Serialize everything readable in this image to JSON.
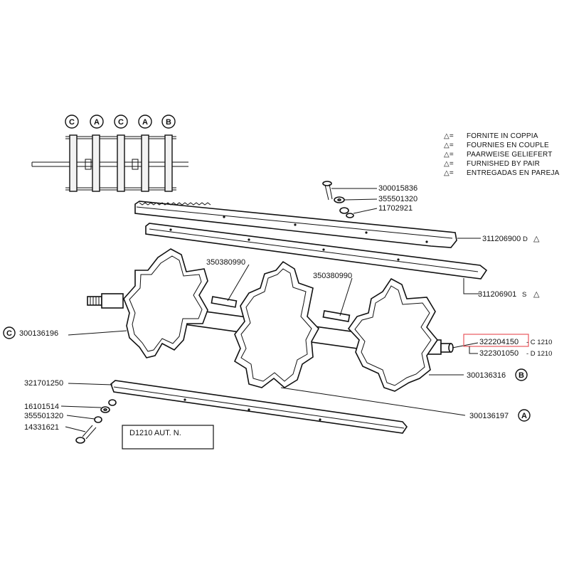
{
  "legend": [
    "FORNITE IN COPPIA",
    "FOURNIES EN COUPLE",
    "PAARWEISE GELIEFERT",
    "FURNISHED BY PAIR",
    "ENTREGADAS EN PAREJA"
  ],
  "legend_symbol": "△=",
  "inset_letters": [
    "C",
    "A",
    "C",
    "A",
    "B"
  ],
  "parts": {
    "bolt_top": "300015836",
    "washer_top": "355501320",
    "nut_top": "11702921",
    "bar_d": "311206900",
    "bar_d_suffix": "D",
    "bar_s": "311206901",
    "bar_s_suffix": "S",
    "pin_left": "350380990",
    "pin_right": "350380990",
    "rotor_c": "300136196",
    "shaft_c": "322204150",
    "shaft_c_suffix": "- C  1210",
    "shaft_d": "322301050",
    "shaft_d_suffix": "- D  1210",
    "rotor_b": "300136316",
    "bar_bottom": "321701250",
    "nut_bottom": "16101514",
    "washer_bottom": "355501320",
    "bolt_bottom": "14331621",
    "rotor_a": "300136197"
  },
  "triangle": "△",
  "letters": {
    "c": "C",
    "b": "B",
    "a": "A"
  },
  "model_box": "D1210   AUT. N.",
  "colors": {
    "line": "#111111",
    "highlight": "#e8585e",
    "background": "#ffffff"
  }
}
